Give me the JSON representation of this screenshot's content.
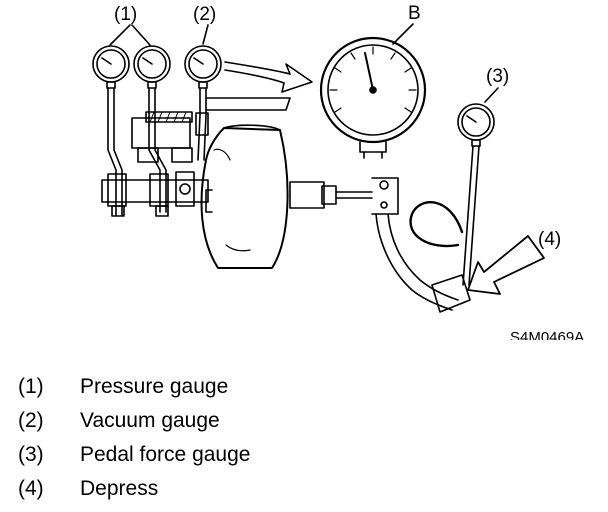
{
  "labels": {
    "l1": "(1)",
    "l2": "(2)",
    "b": "B",
    "l3": "(3)",
    "l4": "(4)"
  },
  "figure_code": "S4M0469A",
  "legend": [
    {
      "num": "(1)",
      "text": "Pressure gauge"
    },
    {
      "num": "(2)",
      "text": "Vacuum gauge"
    },
    {
      "num": "(3)",
      "text": "Pedal force gauge"
    },
    {
      "num": "(4)",
      "text": "Depress"
    }
  ]
}
